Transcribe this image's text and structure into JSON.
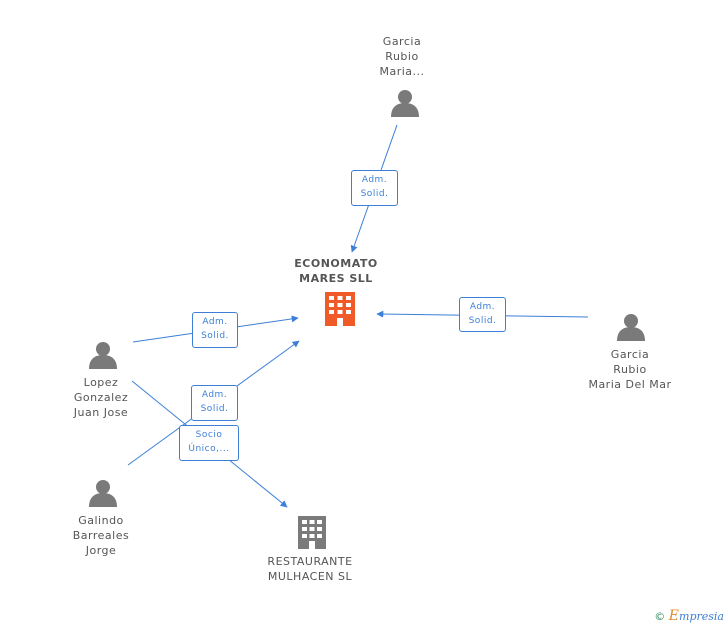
{
  "colors": {
    "edge": "#3d7fd6",
    "person": "#7a7a7a",
    "company_main": "#f05a28",
    "company_other": "#7a7a7a"
  },
  "nodes": {
    "economato": {
      "lines": [
        "ECONOMATO",
        "MARES SLL"
      ],
      "icon": "building-icon"
    },
    "garcia_top": {
      "lines": [
        "Garcia",
        "Rubio",
        "Maria..."
      ],
      "icon": "person-icon"
    },
    "garcia_right": {
      "lines": [
        "Garcia",
        "Rubio",
        "Maria Del Mar"
      ],
      "icon": "person-icon"
    },
    "lopez": {
      "lines": [
        "Lopez",
        "Gonzalez",
        "Juan Jose"
      ],
      "icon": "person-icon"
    },
    "galindo": {
      "lines": [
        "Galindo",
        "Barreales",
        "Jorge"
      ],
      "icon": "person-icon"
    },
    "restaurante": {
      "lines": [
        "RESTAURANTE",
        "MULHACEN SL"
      ],
      "icon": "building-icon"
    }
  },
  "edges": {
    "garcia_top": [
      "Adm.",
      "Solid."
    ],
    "garcia_right": [
      "Adm.",
      "Solid."
    ],
    "lopez": [
      "Adm.",
      "Solid."
    ],
    "galindo": [
      "Adm.",
      "Solid."
    ],
    "lopez_restaurante": [
      "Socio",
      "Único,..."
    ]
  },
  "footer": {
    "copyright": "©",
    "brand_initial": "E",
    "brand_rest": "mpresia"
  }
}
